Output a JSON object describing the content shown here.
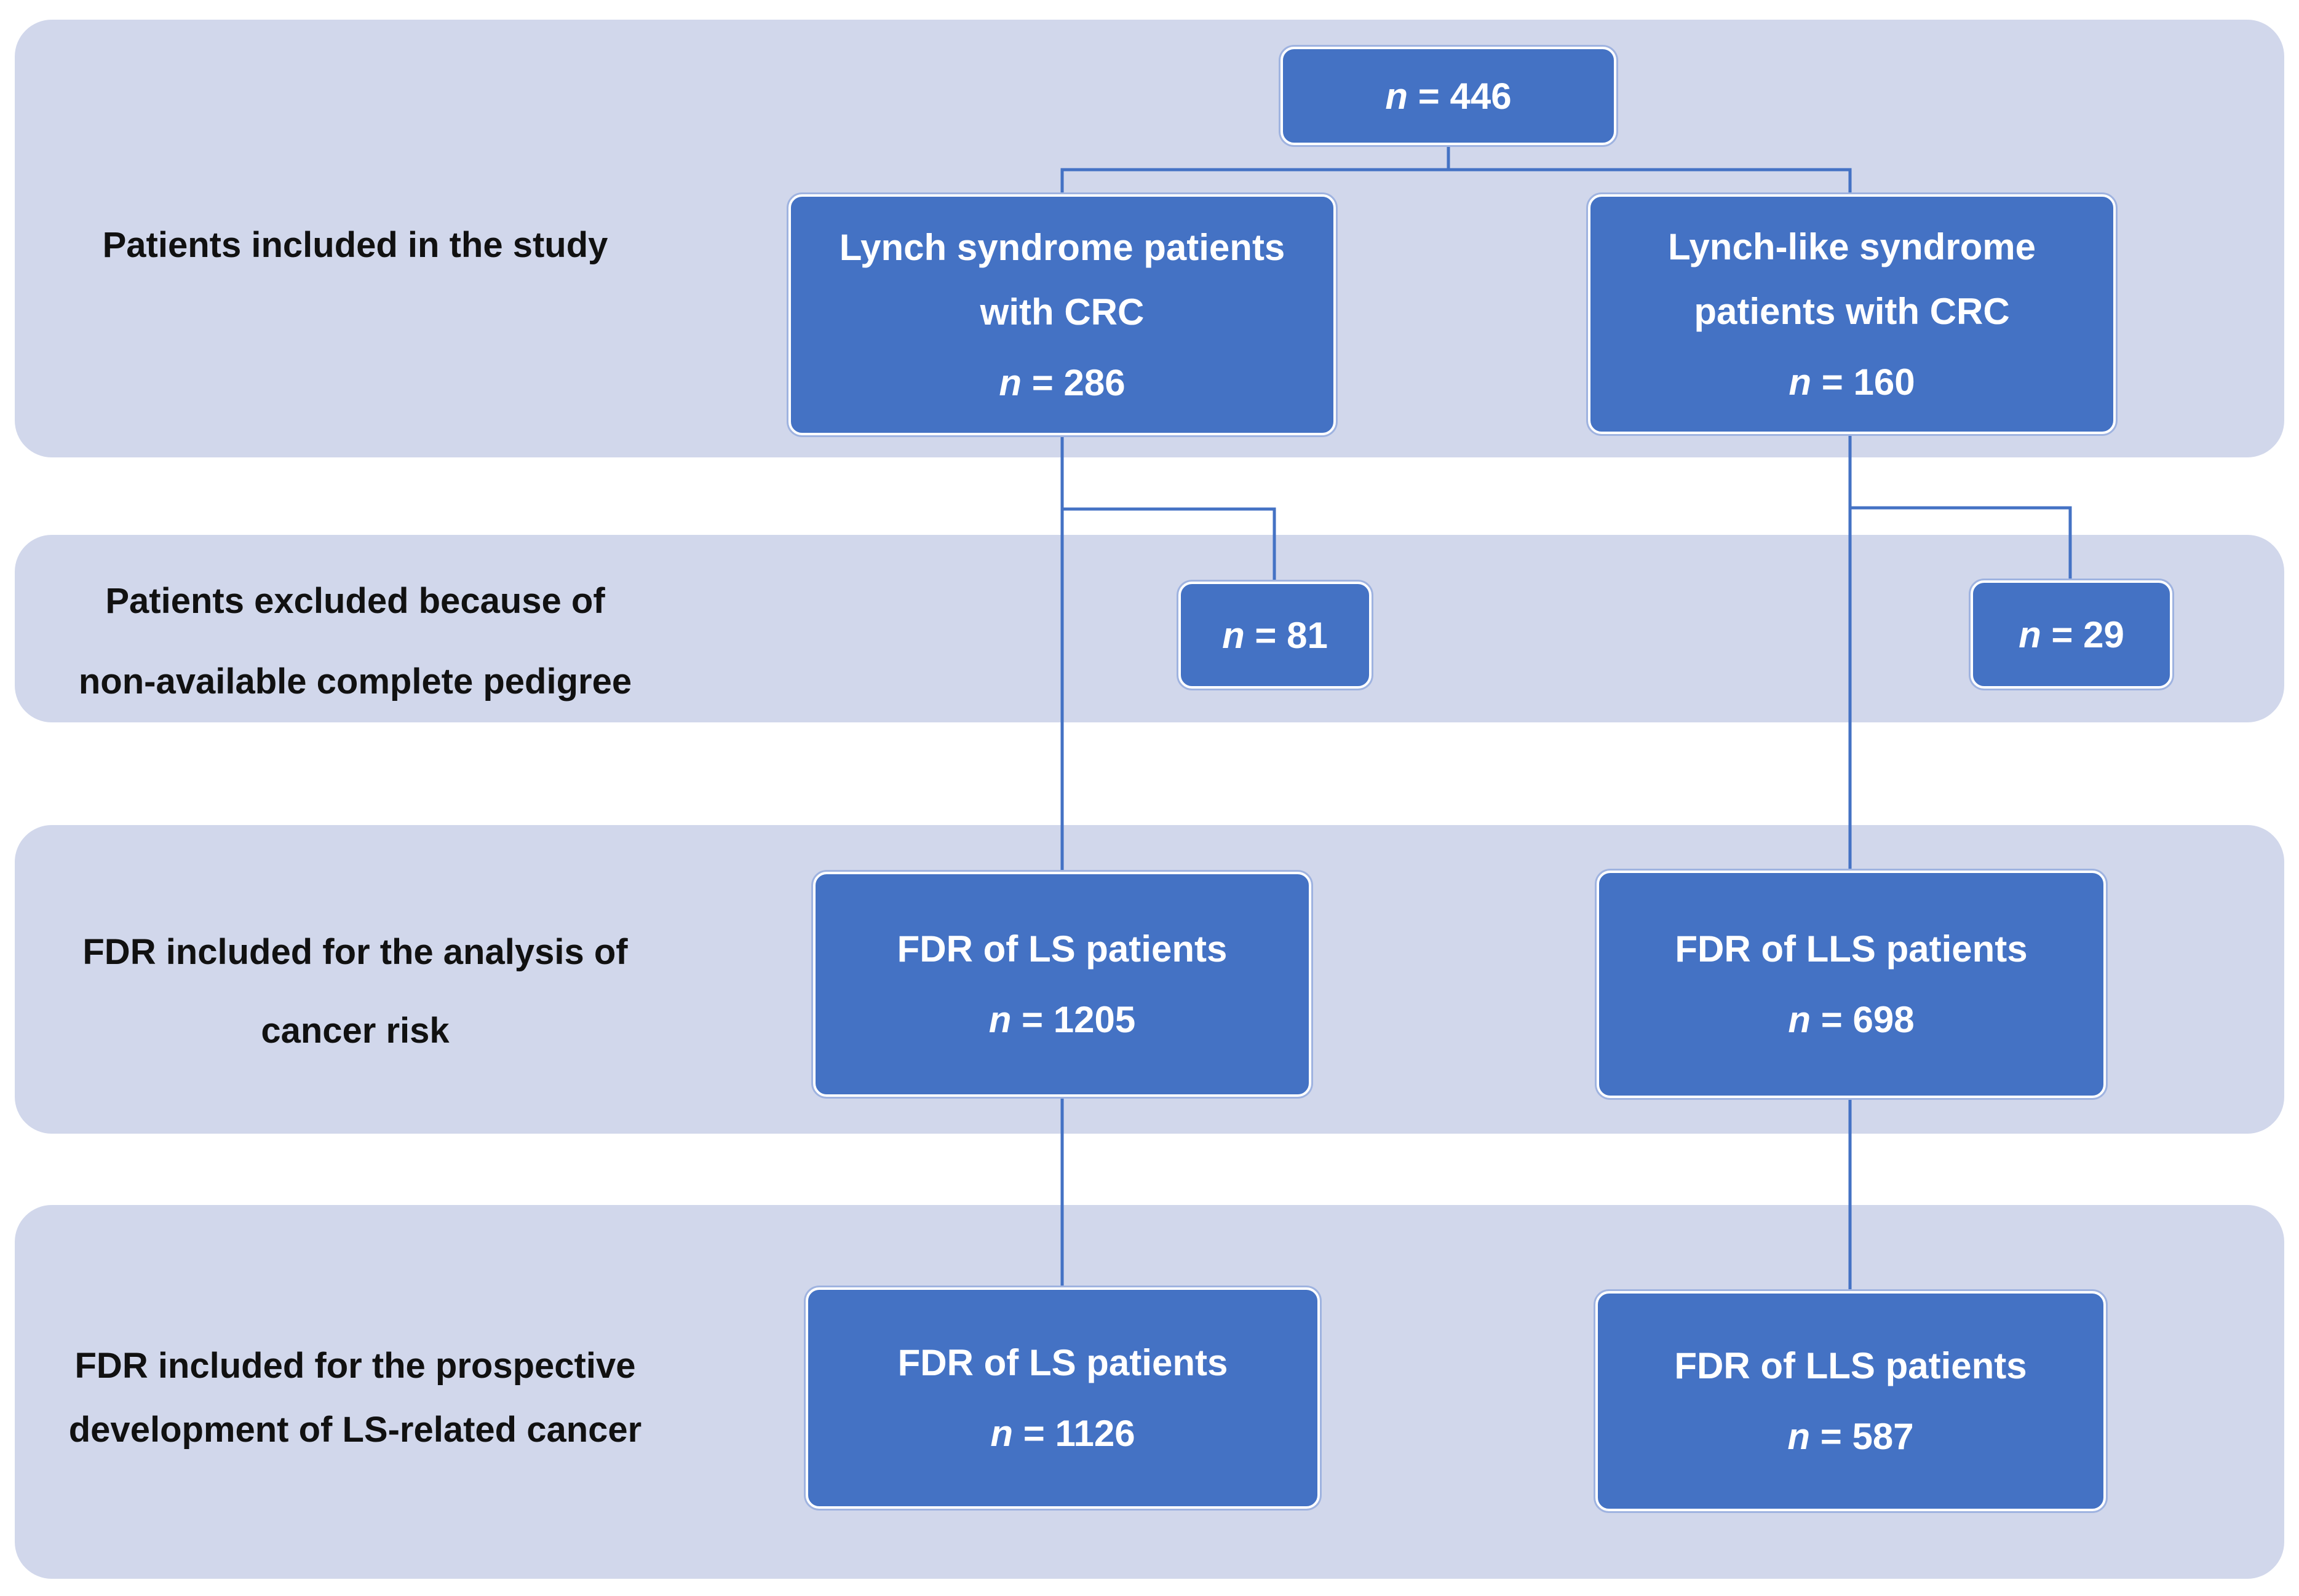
{
  "rows": [
    {
      "label_lines": [
        "Patients included in the study"
      ]
    },
    {
      "label_lines": [
        "Patients excluded because of",
        "non-available complete pedigree"
      ]
    },
    {
      "label_lines": [
        "FDR included for the analysis of",
        "cancer risk"
      ]
    },
    {
      "label_lines": [
        "FDR included for the prospective",
        "development of LS-related cancer"
      ]
    }
  ],
  "boxes": {
    "total": {
      "lines": [],
      "n": "446"
    },
    "ls_patients": {
      "lines": [
        "Lynch syndrome patients",
        "with CRC"
      ],
      "n": "286"
    },
    "lls_patients": {
      "lines": [
        "Lynch-like syndrome",
        "patients with CRC"
      ],
      "n": "160"
    },
    "ls_excluded": {
      "lines": [],
      "n": "81"
    },
    "lls_excluded": {
      "lines": [],
      "n": "29"
    },
    "ls_fdr_risk": {
      "lines": [
        "FDR of LS patients"
      ],
      "n": "1205"
    },
    "lls_fdr_risk": {
      "lines": [
        "FDR of LLS patients"
      ],
      "n": "698"
    },
    "ls_fdr_prospective": {
      "lines": [
        "FDR of LS patients"
      ],
      "n": "1126"
    },
    "lls_fdr_prospective": {
      "lines": [
        "FDR of LLS patients"
      ],
      "n": "587"
    }
  },
  "n_symbol": "n",
  "equals": " = ",
  "colors": {
    "band": "#D1D7EB",
    "box": "#4472C4",
    "connector": "#4472C4",
    "label_text": "#111111",
    "box_text": "#FFFFFF"
  }
}
